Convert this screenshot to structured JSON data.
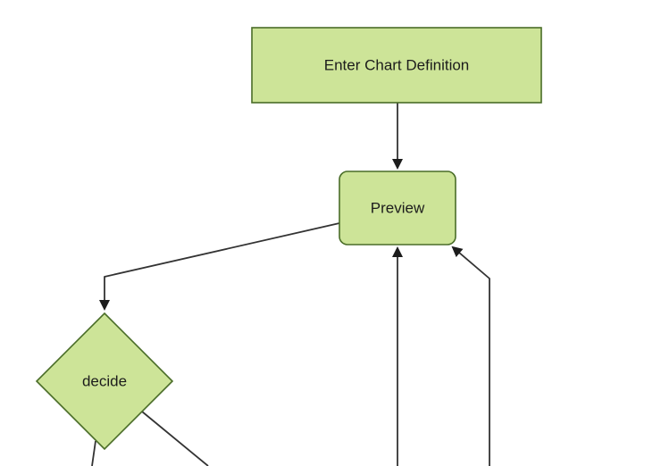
{
  "page": {
    "background": "#ffffff"
  },
  "diagram": {
    "type": "flowchart",
    "direction": "top-down",
    "theme": {
      "node_fill": "#cde498",
      "node_stroke": "#4a6d28",
      "edge_color": "#333333",
      "arrow_color": "#1c1c1c",
      "text_color": "#1c1c1c"
    },
    "nodes": [
      {
        "id": "enter-chart-definition",
        "shape": "rectangle",
        "label": "Enter Chart Definition"
      },
      {
        "id": "preview",
        "shape": "rounded-rectangle",
        "label": "Preview"
      },
      {
        "id": "decide",
        "shape": "diamond",
        "label": "decide"
      }
    ],
    "edges": [
      {
        "from": "enter-chart-definition",
        "to": "preview",
        "arrowhead": true
      },
      {
        "from": "preview",
        "to": "decide",
        "arrowhead": true
      },
      {
        "from": "offscreen-bottom",
        "to": "preview",
        "arrowhead": true
      },
      {
        "from": "offscreen-bottom-right",
        "to": "preview",
        "arrowhead": true
      },
      {
        "from": "decide",
        "to": "offscreen-bottom-left",
        "arrowhead": false
      },
      {
        "from": "decide",
        "to": "offscreen-bottom-right",
        "arrowhead": false
      }
    ]
  }
}
